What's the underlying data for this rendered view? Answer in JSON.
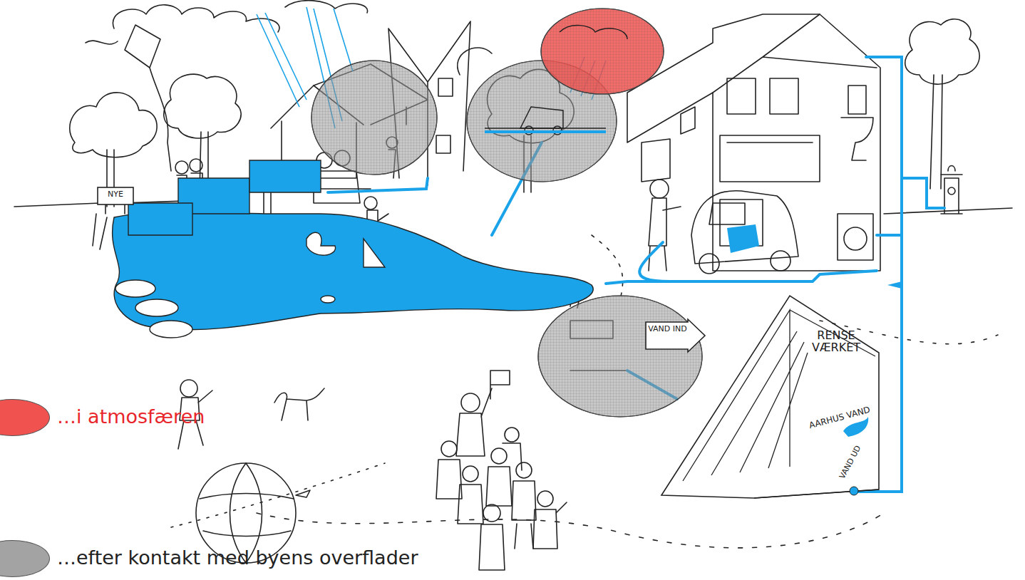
{
  "diagram": {
    "nodes": [
      {
        "text": [
          "NYE"
        ]
      },
      {
        "text": [
          "VAND IND"
        ]
      },
      {
        "text": [
          "RENSE VÆRKET",
          "AARHUS VAND",
          "VAND UD"
        ]
      }
    ],
    "legend": [
      {
        "text": "…i atmosfæren",
        "color": "#f0524f"
      },
      {
        "text": "…efter kontakt med byens overflader",
        "color": "#a3a3a3"
      }
    ]
  }
}
